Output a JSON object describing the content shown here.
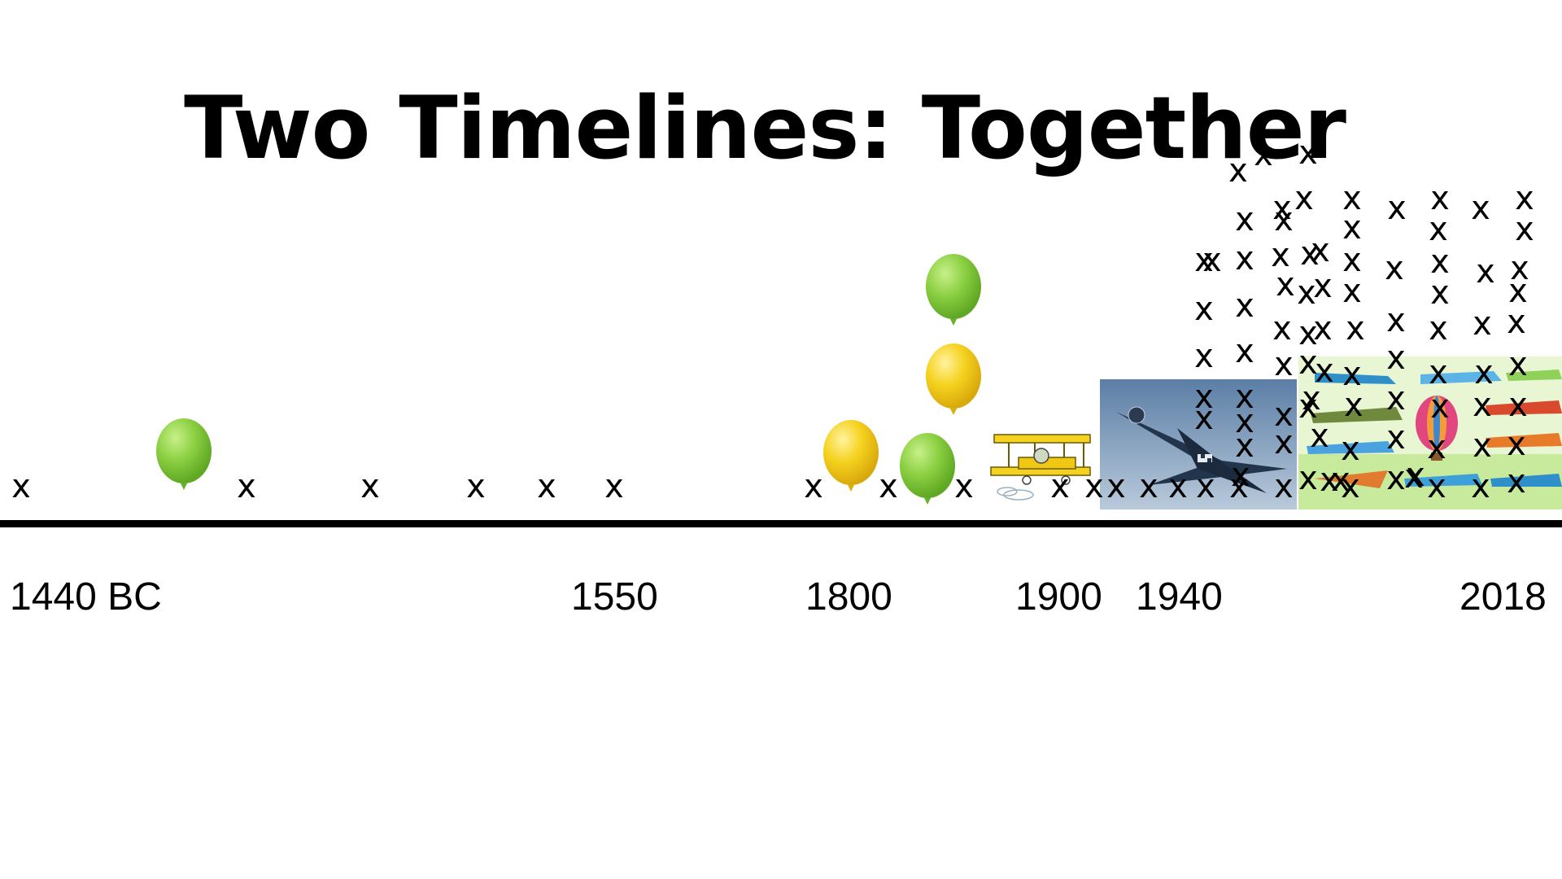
{
  "title": "Two Timelines: Together",
  "axis_labels": {
    "l1440bc": "1440 BC",
    "l1550": "1550",
    "l1800": "1800",
    "l1900": "1900",
    "l1940": "1940",
    "l2018": "2018"
  },
  "colors": {
    "balloon_green": "#8cd043",
    "balloon_yellow": "#f5d21f",
    "axis": "#000000"
  },
  "marker_symbol": "x",
  "images": [
    "yellow-biplane-cartoon",
    "navy-fighter-plane-photo",
    "aircraft-collage-with-hot-air-balloon"
  ]
}
